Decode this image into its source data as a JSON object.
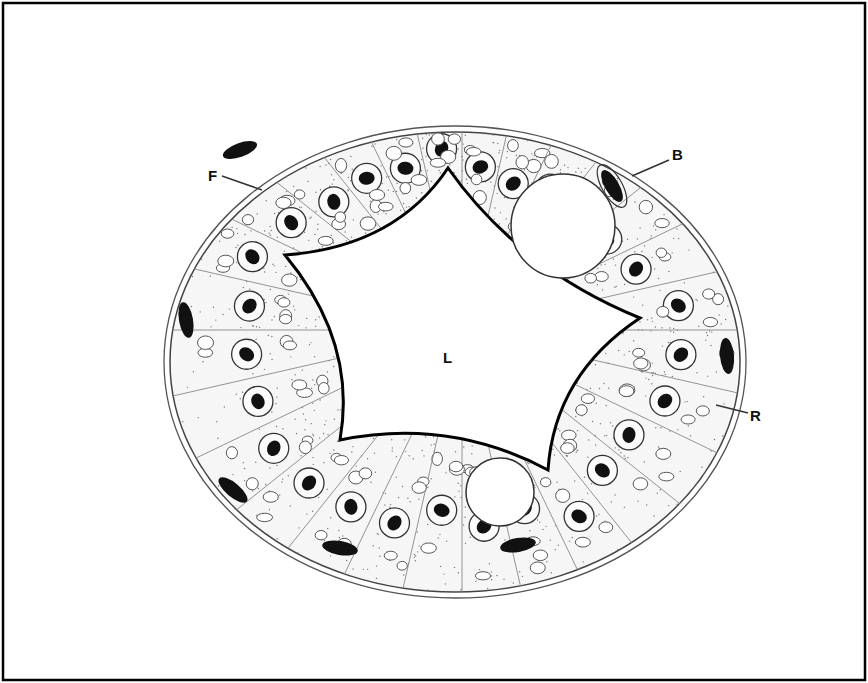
{
  "diagram": {
    "labels": [
      "F",
      "B",
      "L",
      "R"
    ]
  }
}
